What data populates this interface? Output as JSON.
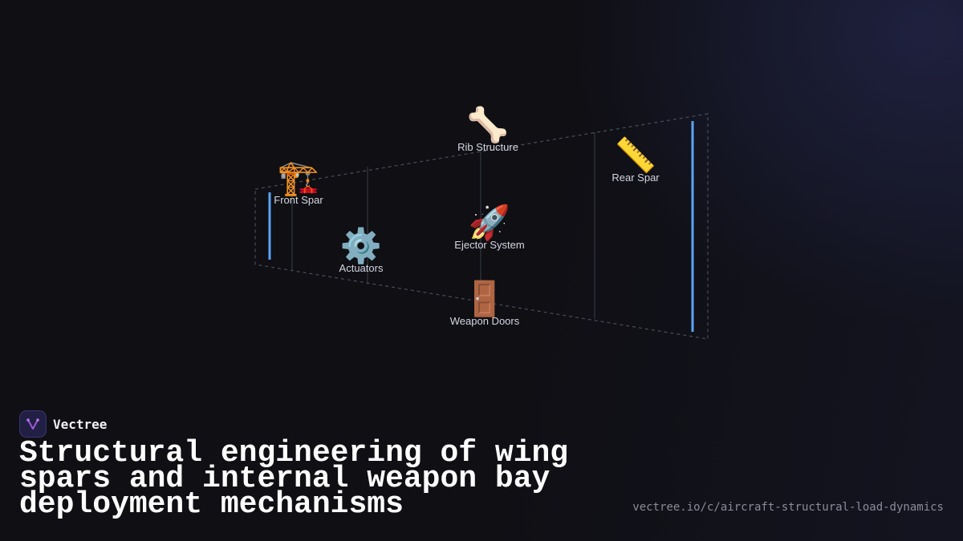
{
  "diagram": {
    "nodes": [
      {
        "id": "front-spar",
        "icon": "construction-crane-icon",
        "emoji": "🏗️",
        "label": "Front Spar"
      },
      {
        "id": "actuators",
        "icon": "gear-icon",
        "emoji": "⚙️",
        "label": "Actuators"
      },
      {
        "id": "rib-structure",
        "icon": "bone-icon",
        "emoji": "🦴",
        "label": "Rib Structure"
      },
      {
        "id": "ejector-system",
        "icon": "rocket-icon",
        "emoji": "🚀",
        "label": "Ejector System"
      },
      {
        "id": "weapon-doors",
        "icon": "door-icon",
        "emoji": "🚪",
        "label": "Weapon Doors"
      },
      {
        "id": "rear-spar",
        "icon": "straight-ruler-icon",
        "emoji": "📏",
        "label": "Rear Spar"
      }
    ],
    "colors": {
      "outline": "#4a4d5c",
      "ribs": "#3a3d4a",
      "spars": "#5ba4f5",
      "label": "#d4d6e0"
    }
  },
  "brand": {
    "name": "Vectree",
    "logo_icon": "vectree-logo-icon",
    "logo_color": "#9b59d6"
  },
  "title": "Structural engineering of wing spars and internal weapon bay deployment mechanisms",
  "url": "vectree.io/c/aircraft-structural-load-dynamics"
}
